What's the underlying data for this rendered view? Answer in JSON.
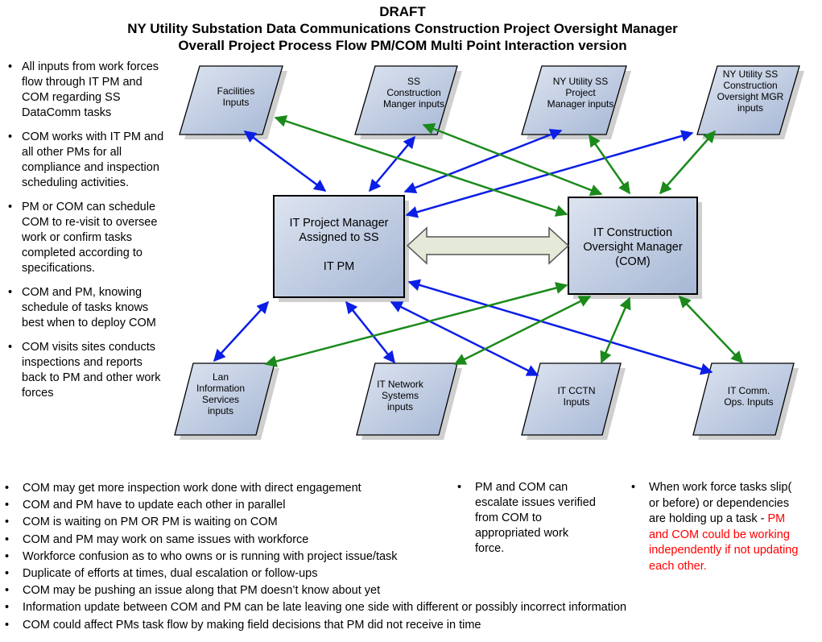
{
  "title": {
    "line1": "DRAFT",
    "line2": "NY Utility Substation Data Communications Construction Project Oversight Manager",
    "line3": "Overall Project Process Flow PM/COM Multi Point Interaction version"
  },
  "nodes": {
    "facilities": "Facilities Inputs",
    "ss_construction": "SS Construction Manger inputs",
    "ny_pm": "NY Utility SS Project Manager inputs",
    "ny_com": "NY Utility SS Construction Oversight MGR inputs",
    "pm": "IT  Project Manager Assigned to SS\n\nIT  PM",
    "com": "IT  Construction Oversight Manager (COM)",
    "lan": "Lan Information Services inputs",
    "network": "IT  Network Systems inputs",
    "cctn": "IT  CCTN Inputs",
    "comm_ops": "IT  Comm. Ops. Inputs"
  },
  "colors": {
    "box_fill_start": "#cfd8e8",
    "box_fill_end": "#a9b9d6",
    "blue_arrow": "#0a1ee6",
    "green_arrow": "#1b8a1b",
    "center_arrow": "#e4e9d8",
    "highlight_text": "#ff0000"
  },
  "left_notes": [
    "All inputs from work forces flow through IT PM and COM regarding SS DataComm tasks",
    "COM works with IT PM  and all other PMs for all compliance and inspection scheduling activities.",
    "PM or COM can schedule COM to re-visit to oversee work or confirm tasks completed according to specifications.",
    "COM and PM, knowing schedule of tasks knows best when to deploy COM",
    "COM visits sites conducts inspections and reports back to PM and other work forces"
  ],
  "bottom_notes": [
    "COM may get more inspection work done with direct engagement",
    "COM and PM have to update each other in parallel",
    "COM is waiting on PM OR PM is waiting on COM",
    "COM and PM may work on same issues with workforce",
    "Workforce confusion as to who owns or is running with project issue/task",
    "Duplicate of efforts at times, dual escalation or follow-ups",
    "COM may be pushing an issue along that PM doesn’t know about yet",
    "Information update between COM and PM can be late leaving one side with different or possibly incorrect information",
    "COM could affect PMs task flow by making field decisions that PM did not receive in time"
  ],
  "mid_notes": [
    "PM and COM can escalate issues verified from COM to appropriated work force."
  ],
  "right_note": {
    "plain": "When work force tasks slip( or before) or dependencies are holding up a task - ",
    "highlight": "PM and COM could be working independently if not updating each other."
  }
}
